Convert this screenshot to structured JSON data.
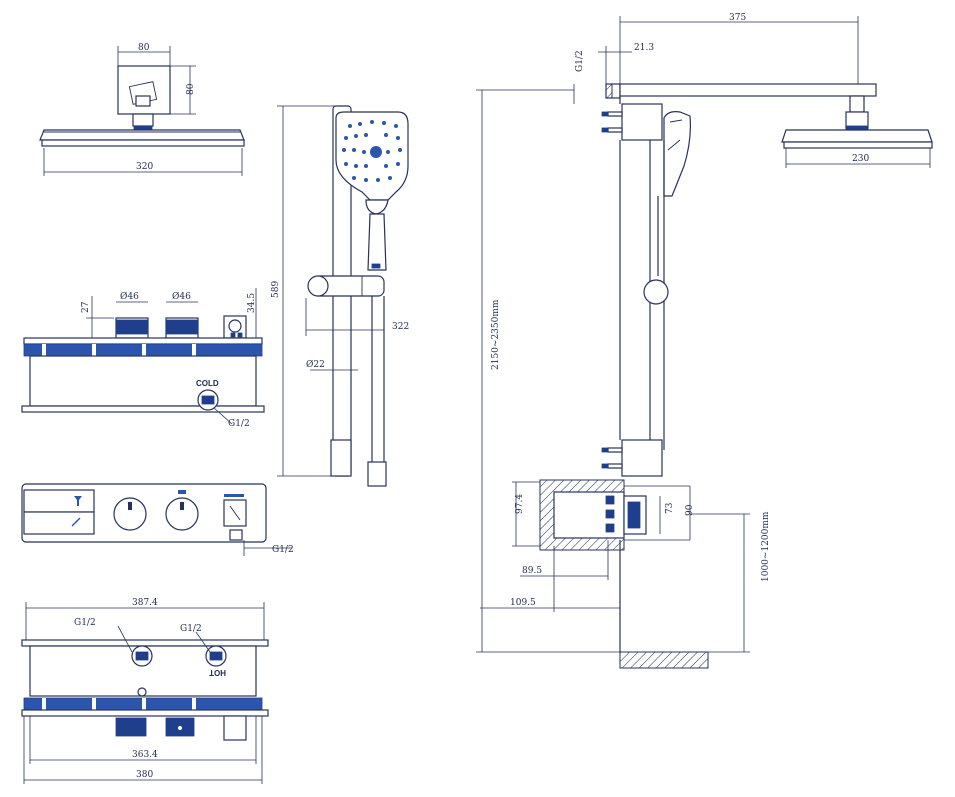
{
  "dimensions": {
    "head_width_small": "80",
    "head_height_small": "80",
    "head_width_320": "320",
    "hand_shower_height": "589",
    "rail_offset": "322",
    "rail_diameter": "Ø22",
    "knob_dia_1": "Ø46",
    "knob_dia_2": "Ø46",
    "knob_recess": "27",
    "knob_height": "34.5",
    "cold_thread": "G1/2",
    "outlet_thread": "G1/2",
    "front_thread": "G1/2",
    "thread_left": "G1/2",
    "thread_right": "G1/2",
    "width_387": "387.4",
    "width_363": "363.4",
    "width_380": "380",
    "arm_length": "375",
    "arm_offset": "21.3",
    "arm_thread": "G1/2",
    "head_width_230": "230",
    "total_height": "2150~2350mm",
    "box_height": "97.4",
    "box_depth_1": "89.5",
    "box_depth_2": "109.5",
    "valve_73": "73",
    "valve_90": "90",
    "install_height": "1000~1200mm"
  },
  "labels": {
    "cold": "COLD",
    "hot": "HOT"
  }
}
